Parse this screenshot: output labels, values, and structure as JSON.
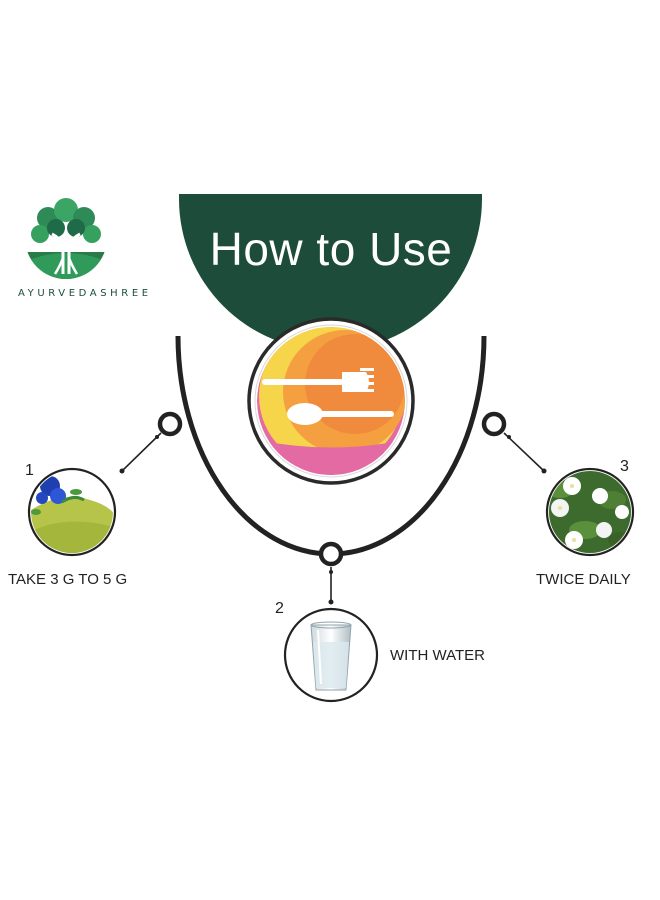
{
  "brand": {
    "name": "AYURVEDASHREE"
  },
  "header": {
    "title": "How to Use"
  },
  "icons": {
    "center": "fork-and-spoon-icon",
    "logo": "tree-of-life-logo",
    "step1": "butterfly-pea-powder-image",
    "step2": "glass-of-water-image",
    "step3": "white-flowers-image"
  },
  "colors": {
    "brand_green": "#1d4d3a",
    "arc": "#222222",
    "plate_orange": "#f08a3c",
    "plate_yellow": "#f7d54a",
    "plate_pink": "#e46aa4"
  },
  "steps": [
    {
      "number": "1",
      "label": "TAKE 3 G TO 5 G"
    },
    {
      "number": "2",
      "label": "WITH WATER"
    },
    {
      "number": "3",
      "label": "TWICE DAILY"
    }
  ]
}
